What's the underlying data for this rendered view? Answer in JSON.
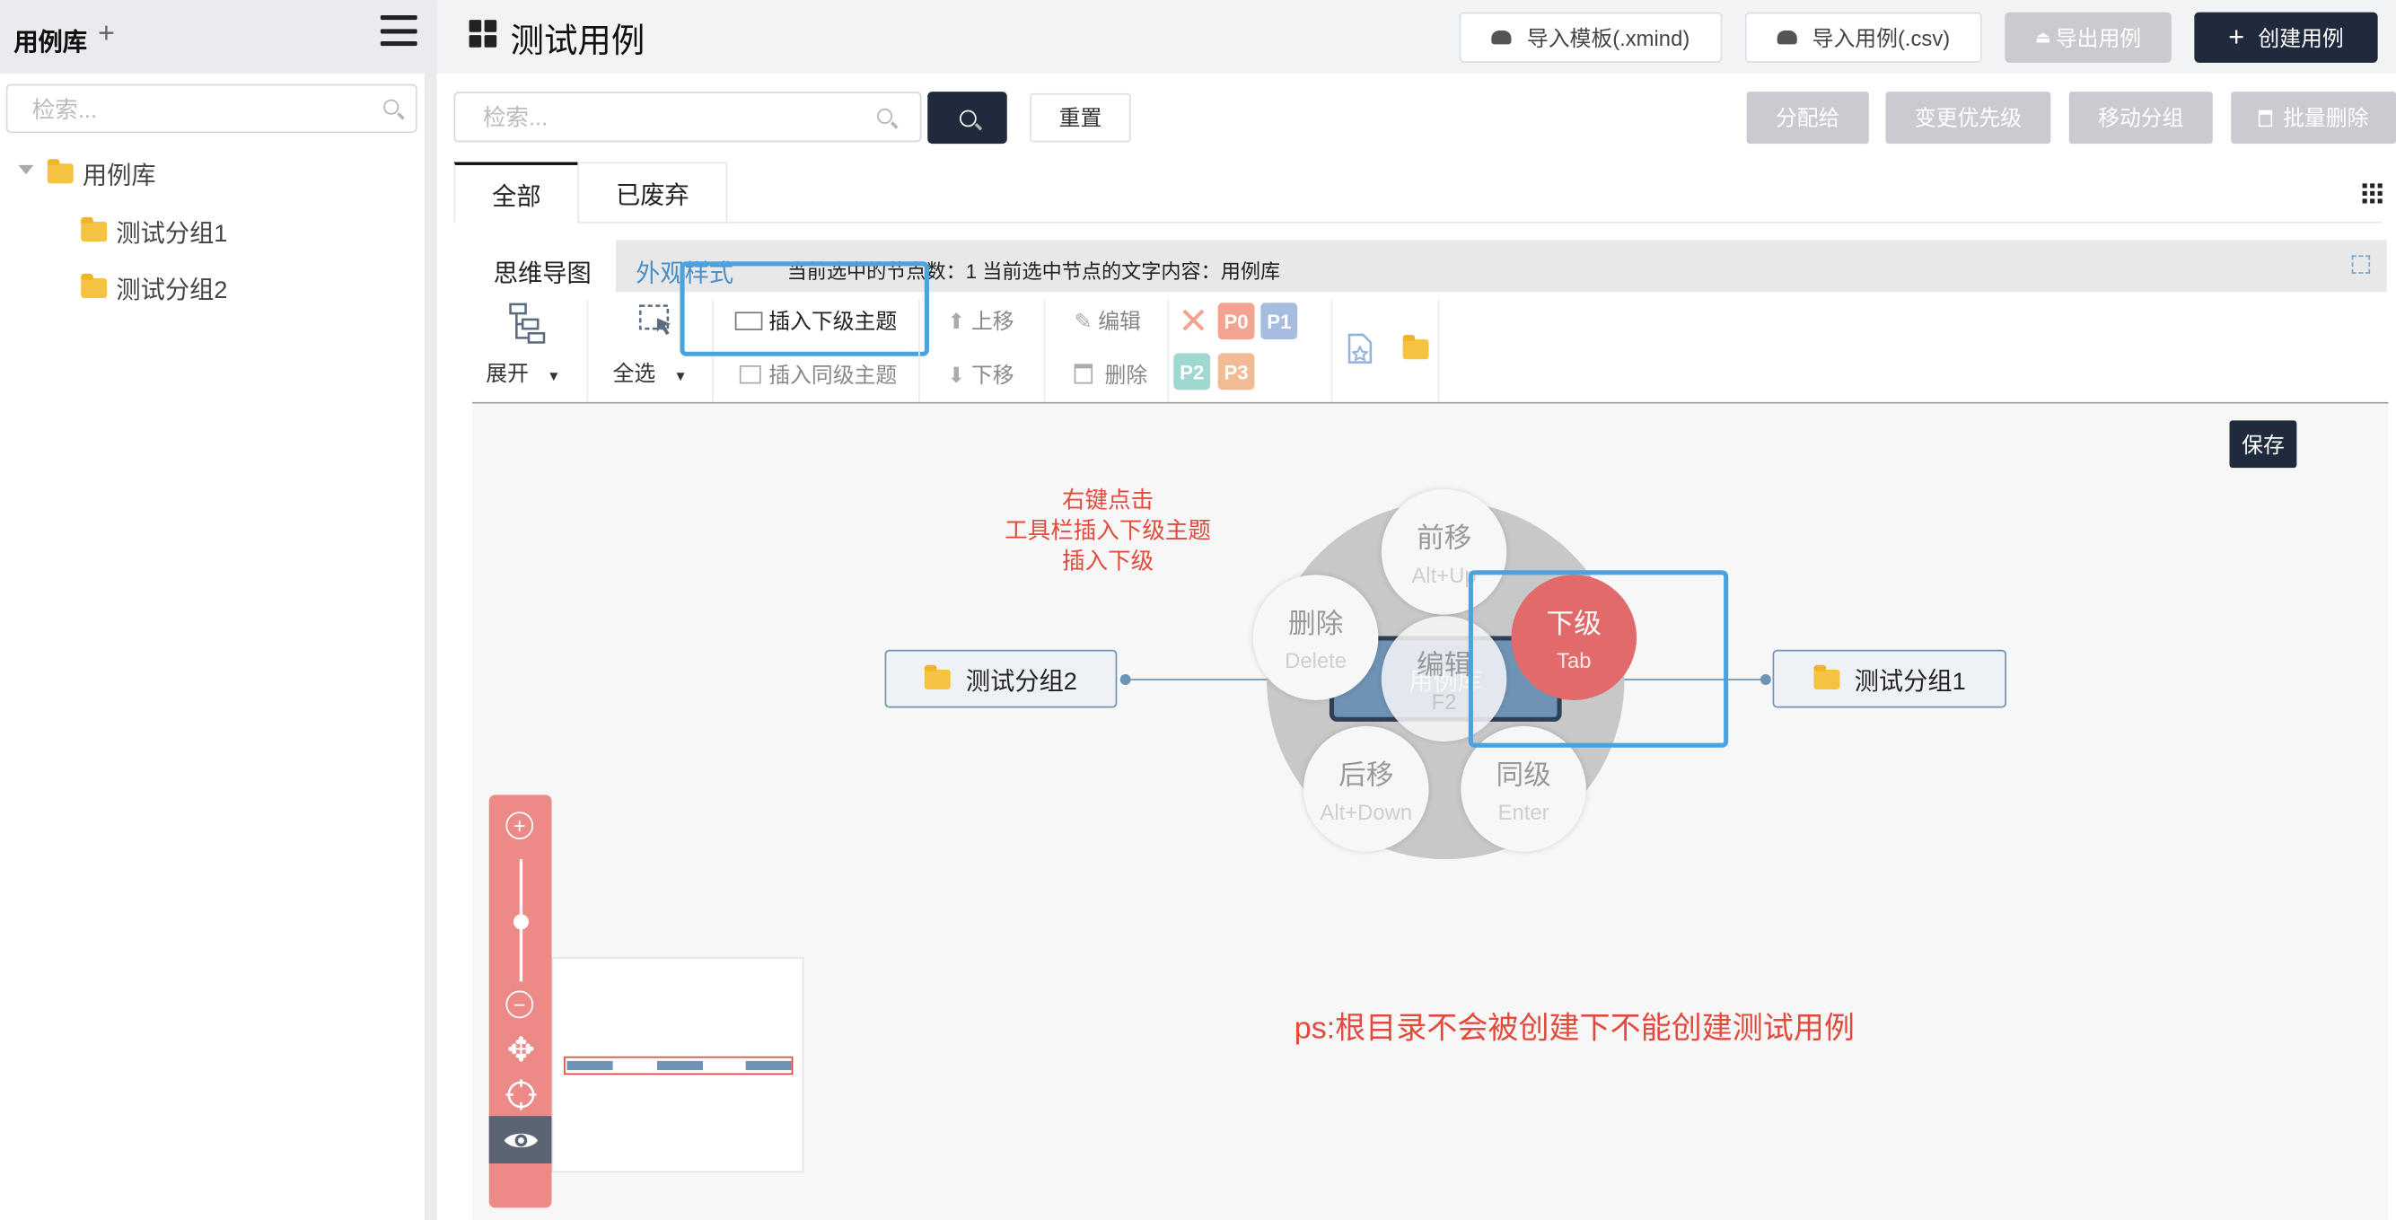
{
  "sidebar": {
    "title": "用例库",
    "add_label": "+",
    "search_placeholder": "检索...",
    "tree": {
      "root": "用例库",
      "children": [
        "测试分组1",
        "测试分组2"
      ]
    }
  },
  "header": {
    "title": "测试用例",
    "buttons": {
      "import_template": "导入模板(.xmind)",
      "import_csv": "导入用例(.csv)",
      "export": "导出用例",
      "create": "创建用例"
    }
  },
  "toolbar": {
    "search_placeholder": "检索...",
    "reset": "重置",
    "assign": "分配给",
    "change_priority": "变更优先级",
    "move_group": "移动分组",
    "batch_delete": "批量删除"
  },
  "tabs": [
    "全部",
    "已废弃"
  ],
  "mindmap": {
    "label": "思维导图",
    "style_link": "外观样式",
    "status": "当前选中的节点数：1 当前选中节点的文字内容：用例库",
    "tools": {
      "expand": "展开",
      "select_all": "全选",
      "insert_child": "插入下级主题",
      "insert_sibling": "插入同级主题",
      "move_up": "上移",
      "move_down": "下移",
      "edit": "编辑",
      "delete": "删除",
      "priorities": [
        "P0",
        "P1",
        "P2",
        "P3"
      ]
    },
    "priority_colors": {
      "P0": "#f3a490",
      "P1": "#a6bde0",
      "P2": "#9fd8d0",
      "P3": "#f1bc94"
    },
    "save": "保存",
    "nodes": {
      "left": "测试分组2",
      "right": "测试分组1",
      "root": "用例库"
    },
    "radial_menu": [
      {
        "label": "前移",
        "shortcut": "Alt+Up"
      },
      {
        "label": "删除",
        "shortcut": "Delete"
      },
      {
        "label": "编辑",
        "shortcut": "F2"
      },
      {
        "label": "下级",
        "shortcut": "Tab"
      },
      {
        "label": "后移",
        "shortcut": "Alt+Down"
      },
      {
        "label": "同级",
        "shortcut": "Enter"
      }
    ],
    "annotation": [
      "右键点击",
      "工具栏插入下级主题",
      "插入下级"
    ],
    "note": "ps:根目录不会被创建下不能创建测试用例"
  },
  "colors": {
    "accent_dark": "#1f2a3c",
    "highlight": "#4aa3df",
    "annotation_red": "#e24a3c",
    "node_blue": "#6f93b4"
  }
}
